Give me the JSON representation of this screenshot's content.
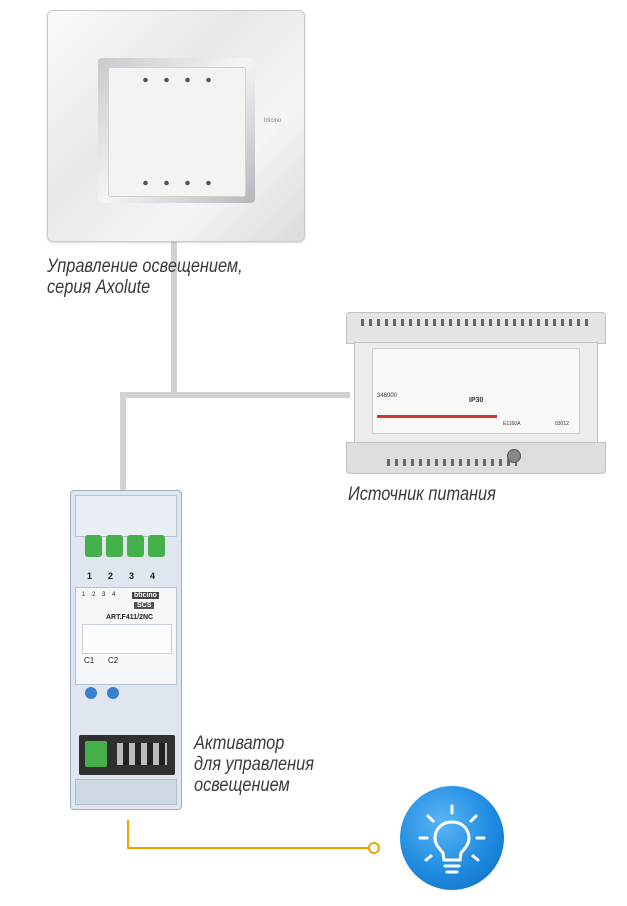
{
  "labels": {
    "switch_line1": "Управление освещением,",
    "switch_line2": "серия Axolute",
    "power": "Источник питания",
    "actuator_line1": "Активатор",
    "actuator_line2": "для управления",
    "actuator_line3": "освещением"
  },
  "switch_brand": "bticino",
  "psu": {
    "code": "346000",
    "rating": "IP30",
    "code2": "E1160A",
    "code3": "03012"
  },
  "actuator": {
    "terminal_numbers": [
      "1",
      "2",
      "3",
      "4"
    ],
    "relay_numbers": [
      "1",
      "2",
      "3",
      "4"
    ],
    "brand": "bticino",
    "system": "SCS",
    "model": "ART.F411/2NC",
    "channel_labels": [
      "C1",
      "C2"
    ]
  },
  "colors": {
    "wire_bus": "#d2d2d2",
    "wire_load": "#f0a300",
    "lamp_blue": "#1e8be0",
    "label_text": "#3a3a3a"
  },
  "icons": {
    "lamp": "light-bulb-icon"
  }
}
